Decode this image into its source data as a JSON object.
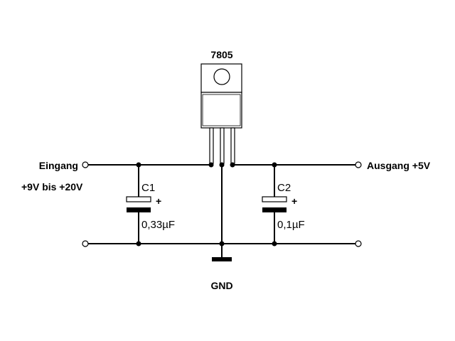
{
  "regulator": {
    "label": "7805"
  },
  "input": {
    "label": "Eingang",
    "voltage": "+9V bis +20V"
  },
  "output": {
    "label": "Ausgang +5V"
  },
  "ground": {
    "label": "GND"
  },
  "c1": {
    "name": "C1",
    "value": "0,33µF",
    "polarity": "+"
  },
  "c2": {
    "name": "C2",
    "value": "0,1µF",
    "polarity": "+"
  },
  "colors": {
    "wire": "#000000",
    "package_fill": "#ffffff",
    "background": "#ffffff"
  }
}
